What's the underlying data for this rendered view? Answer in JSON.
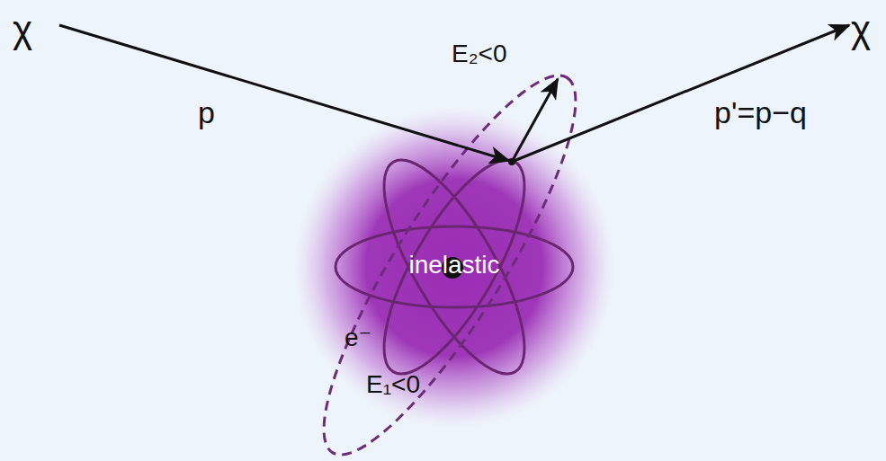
{
  "diagram": {
    "labels": [
      "χ",
      "E₂<0",
      "χ",
      "p",
      "p'=p−q",
      "inelastic",
      "e⁻",
      "E₁<0"
    ]
  }
}
